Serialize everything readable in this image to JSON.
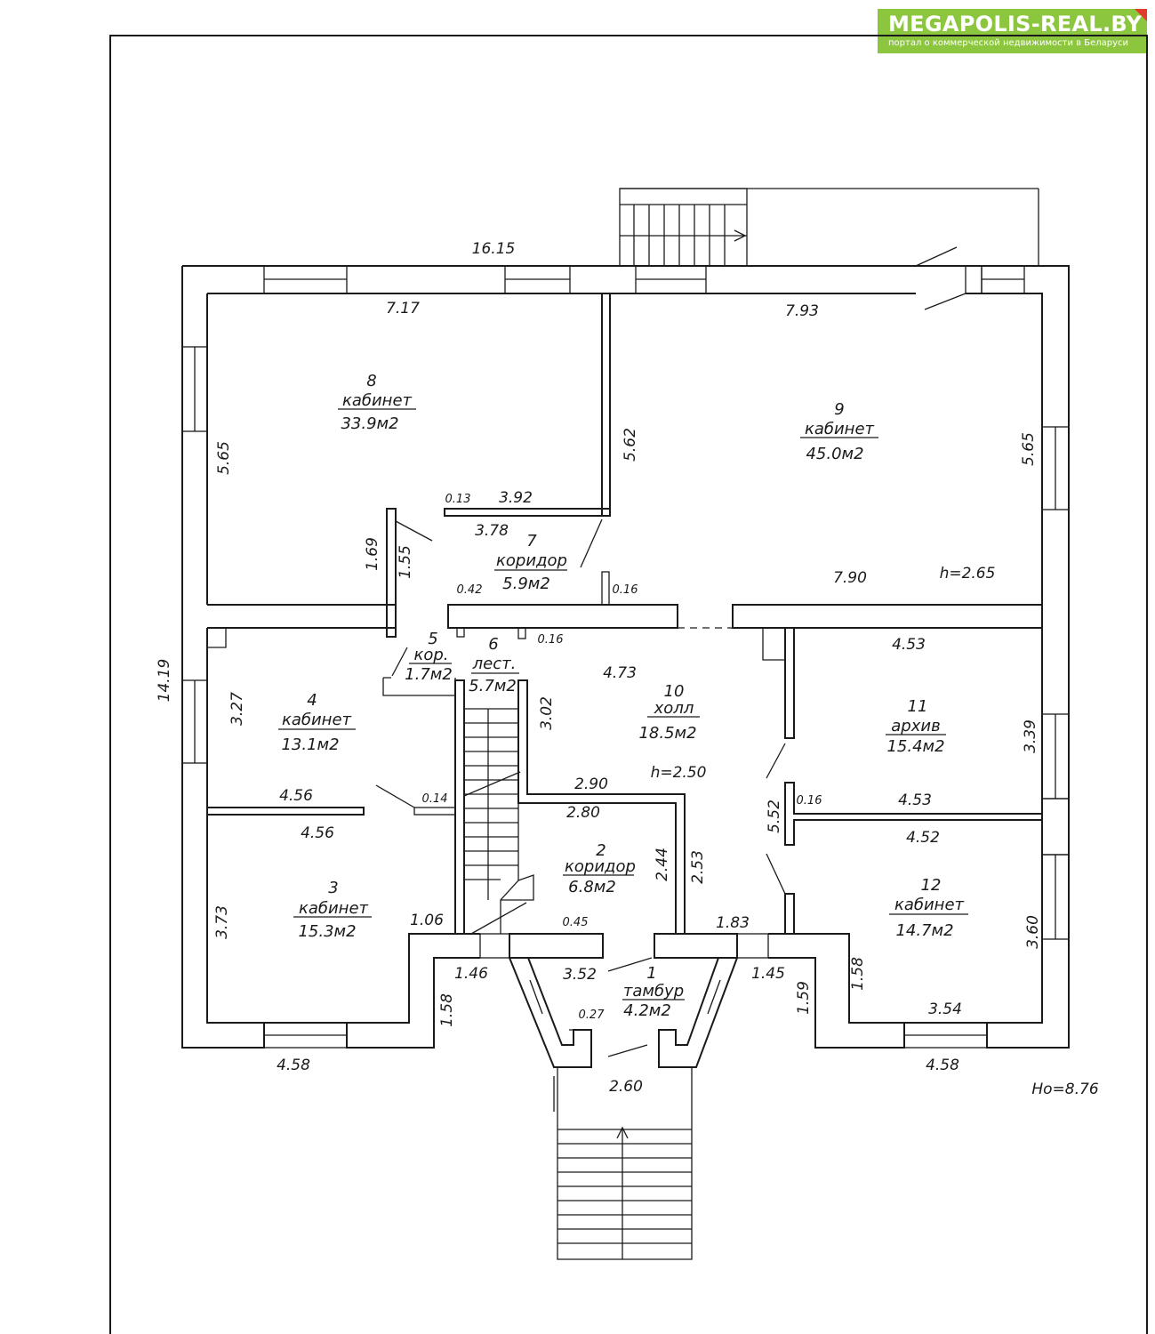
{
  "badge": {
    "title": "MEGAPOLIS-REAL.BY",
    "subtitle": "портал о коммерческой недвижимости в Беларуси"
  },
  "rooms": [
    {
      "num": "1",
      "name": "тамбур",
      "area": "4.2м2"
    },
    {
      "num": "2",
      "name": "коридор",
      "area": "6.8м2"
    },
    {
      "num": "3",
      "name": "кабинет",
      "area": "15.3м2"
    },
    {
      "num": "4",
      "name": "кабинет",
      "area": "13.1м2"
    },
    {
      "num": "5",
      "name": "кор.",
      "area": "1.7м2"
    },
    {
      "num": "6",
      "name": "лест.",
      "area": "5.7м2"
    },
    {
      "num": "7",
      "name": "коридор",
      "area": "5.9м2"
    },
    {
      "num": "8",
      "name": "кабинет",
      "area": "33.9м2"
    },
    {
      "num": "9",
      "name": "кабинет",
      "area": "45.0м2"
    },
    {
      "num": "10",
      "name": "холл",
      "area": "18.5м2"
    },
    {
      "num": "11",
      "name": "архив",
      "area": "15.4м2"
    },
    {
      "num": "12",
      "name": "кабинет",
      "area": "14.7м2"
    }
  ],
  "dimensions": [
    "16.15",
    "7.17",
    "7.93",
    "5.65",
    "5.62",
    "5.65",
    "0.13",
    "3.92",
    "3.78",
    "1.69",
    "1.55",
    "7.90",
    "0.42",
    "0.16",
    "0.16",
    "14.19",
    "3.27",
    "4.73",
    "3.02",
    "4.53",
    "3.39",
    "2.90",
    "2.80",
    "0.14",
    "4.56",
    "4.56",
    "5.52",
    "0.16",
    "4.53",
    "4.52",
    "2.44",
    "2.53",
    "3.73",
    "1.06",
    "0.45",
    "1.83",
    "3.60",
    "1.46",
    "3.52",
    "1.45",
    "1.58",
    "1.58",
    "1.59",
    "3.54",
    "0.27",
    "4.58",
    "2.60",
    "4.58"
  ],
  "heights": {
    "h1": "h=2.65",
    "h2": "h=2.50",
    "h0": "Hо=8.76"
  }
}
